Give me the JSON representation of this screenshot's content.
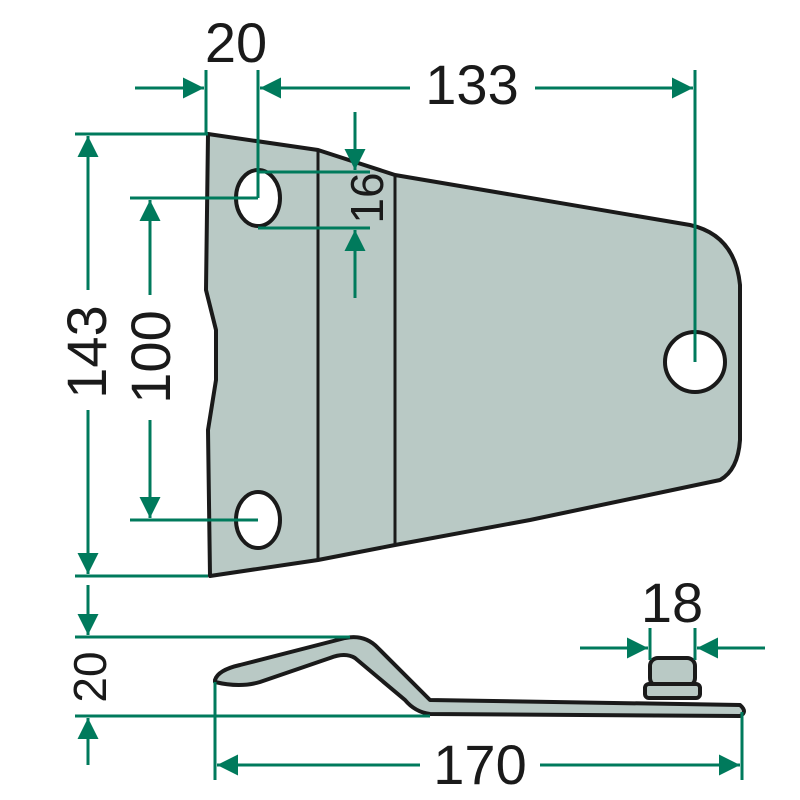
{
  "title": "Bracket technical drawing",
  "colors": {
    "dimension": "#007a5c",
    "part_fill": "#b9c9c5",
    "outline": "#1a1a1a"
  },
  "dimensions": {
    "hole_offset": "20",
    "hole_spacing_horizontal": "133",
    "hole_diameter": "16",
    "total_height": "143",
    "hole_spacing_vertical": "100",
    "bolt_width": "18",
    "side_height": "20",
    "total_length": "170"
  }
}
